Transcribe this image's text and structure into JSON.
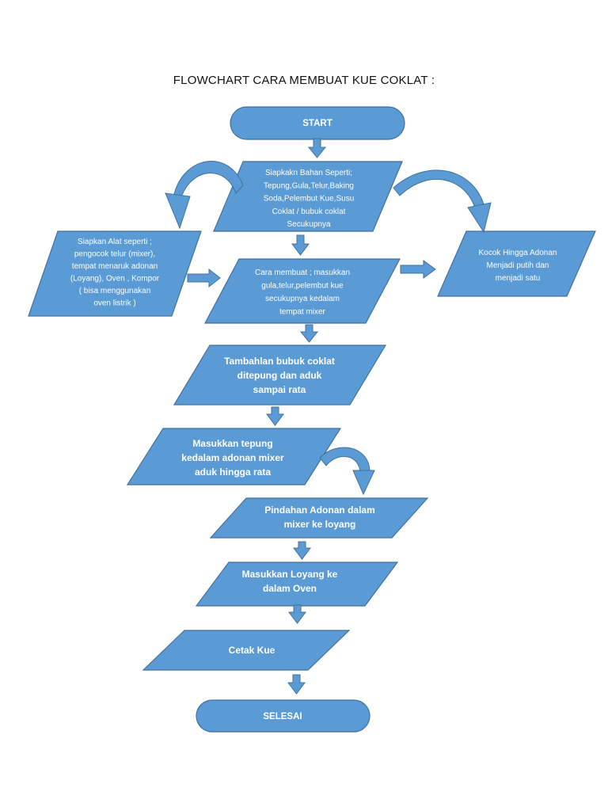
{
  "title": "FLOWCHART CARA MEMBUAT KUE COKLAT :",
  "nodes": {
    "start": {
      "label": "START",
      "shape": "terminator"
    },
    "bahan": {
      "shape": "data",
      "lines": [
        "Siapkakn Bahan Seperti;",
        "Tepung,Gula,Telur,Baking",
        "Soda,Pelembut Kue,Susu",
        "Coklat / bubuk coklat",
        "Secukupnya"
      ]
    },
    "alat": {
      "shape": "data",
      "lines": [
        "Siapkan Alat seperti ;",
        "pengocok telur (mixer),",
        "tempat menaruk adonan",
        "(Loyang), Oven , Kompor",
        "( bisa menggunakan",
        "oven listrik )"
      ]
    },
    "cara": {
      "shape": "data",
      "lines": [
        "Cara membuat ; masukkan",
        "gula,telur,pelembut kue",
        "secukupnya kedalam",
        "tempat mixer"
      ]
    },
    "kocok": {
      "shape": "data",
      "lines": [
        "Kocok Hingga Adonan",
        "Menjadi putih dan",
        "menjadi satu"
      ]
    },
    "tambah": {
      "shape": "data",
      "lines": [
        "Tambahlan bubuk coklat",
        "ditepung dan aduk",
        "sampai rata"
      ]
    },
    "tepung": {
      "shape": "data",
      "lines": [
        "Masukkan tepung",
        "kedalam adonan mixer",
        "aduk hingga rata"
      ]
    },
    "pindah": {
      "shape": "data",
      "lines": [
        "Pindahan Adonan dalam",
        "mixer ke loyang"
      ]
    },
    "oven": {
      "shape": "data",
      "lines": [
        "Masukkan Loyang ke",
        "dalam Oven"
      ]
    },
    "cetak": {
      "shape": "data",
      "lines": [
        "Cetak Kue"
      ]
    },
    "selesai": {
      "label": "SELESAI",
      "shape": "terminator"
    }
  },
  "colors": {
    "fill": "#5b9bd5",
    "stroke": "#41719c",
    "text": "#ffffff"
  }
}
